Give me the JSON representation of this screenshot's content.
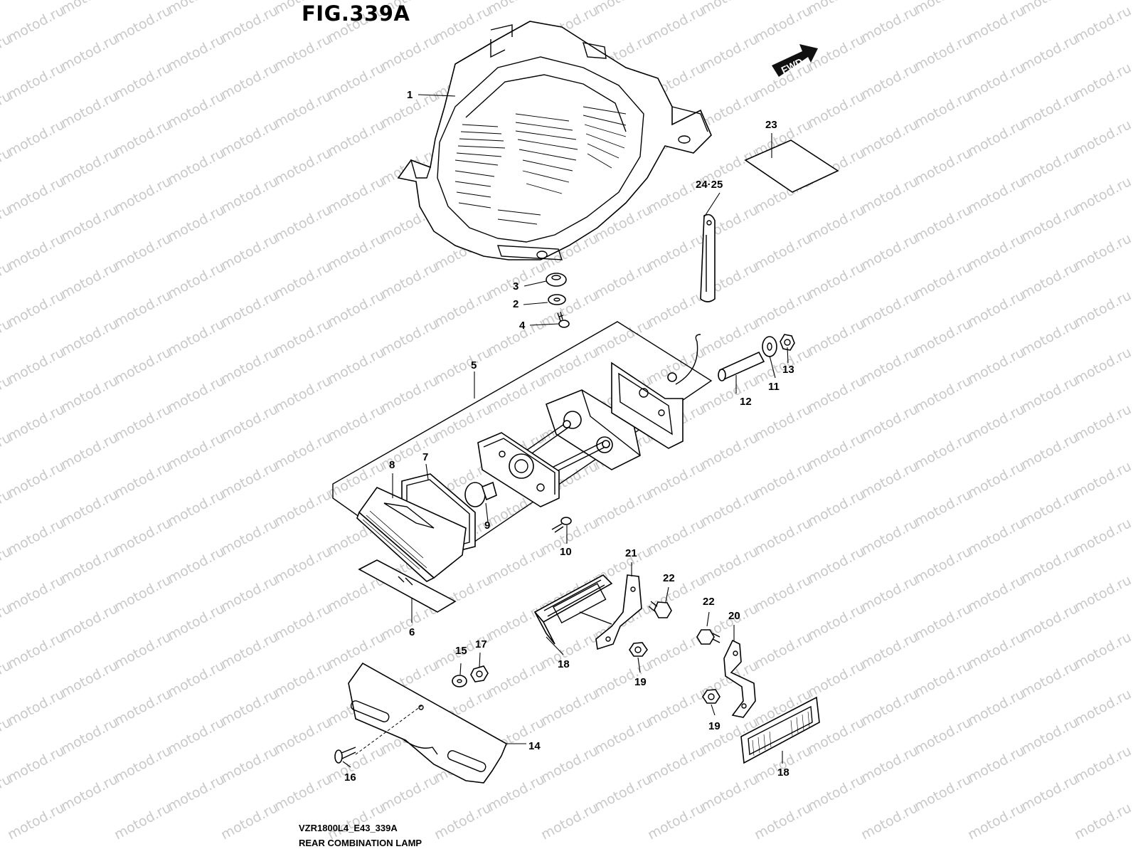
{
  "figure_title": "FIG.339A",
  "diagram_code": "VZR1800L4_E43_339A",
  "caption": "REAR COMBINATION LAMP",
  "watermark": "motod.ru",
  "direction_label": "FWD",
  "callouts": [
    "1",
    "2",
    "3",
    "4",
    "5",
    "6",
    "7",
    "8",
    "9",
    "10",
    "11",
    "12",
    "13",
    "14",
    "15",
    "16",
    "17",
    "18",
    "18",
    "19",
    "19",
    "20",
    "21",
    "22",
    "22",
    "23",
    "24·25"
  ]
}
